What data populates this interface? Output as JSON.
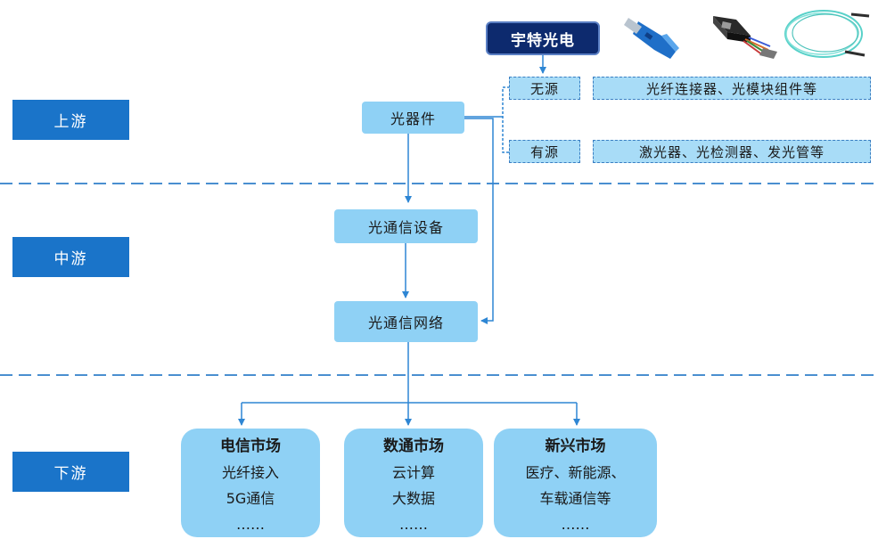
{
  "stages": {
    "upstream": "上游",
    "midstream": "中游",
    "downstream": "下游"
  },
  "company": "宇特光电",
  "optical_device": "光器件",
  "passive": {
    "label": "无源",
    "desc": "光纤连接器、光模块组件等"
  },
  "active": {
    "label": "有源",
    "desc": "激光器、光检测器、发光管等"
  },
  "comm_equipment": "光通信设备",
  "comm_network": "光通信网络",
  "markets": [
    {
      "title": "电信市场",
      "lines": [
        "光纤接入",
        "5G通信",
        "……"
      ]
    },
    {
      "title": "数通市场",
      "lines": [
        "云计算",
        "大数据",
        "……"
      ]
    },
    {
      "title": "新兴市场",
      "lines": [
        "医疗、新能源、",
        "车载通信等",
        "……"
      ]
    }
  ],
  "colors": {
    "stage": "#1a74c9",
    "node": "#8fd1f5",
    "company": "#0d2a6e",
    "line": "#2e86d4"
  },
  "icons": [
    "fiber-connector-icon",
    "optical-module-icon",
    "fiber-cable-coil-icon"
  ]
}
